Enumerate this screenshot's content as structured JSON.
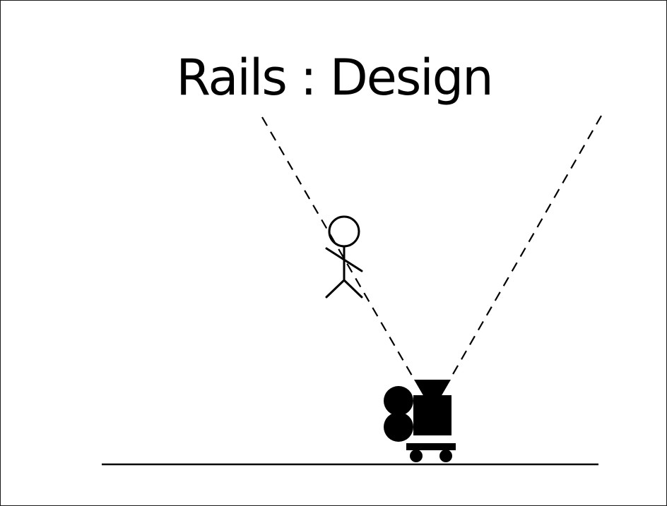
{
  "slide": {
    "title": "Rails : Design"
  },
  "illustration": {
    "ink_color": "#000000",
    "icons": [
      "stick-figure-icon",
      "locomotive-icon",
      "ground-line",
      "sight-cone-lines"
    ]
  }
}
